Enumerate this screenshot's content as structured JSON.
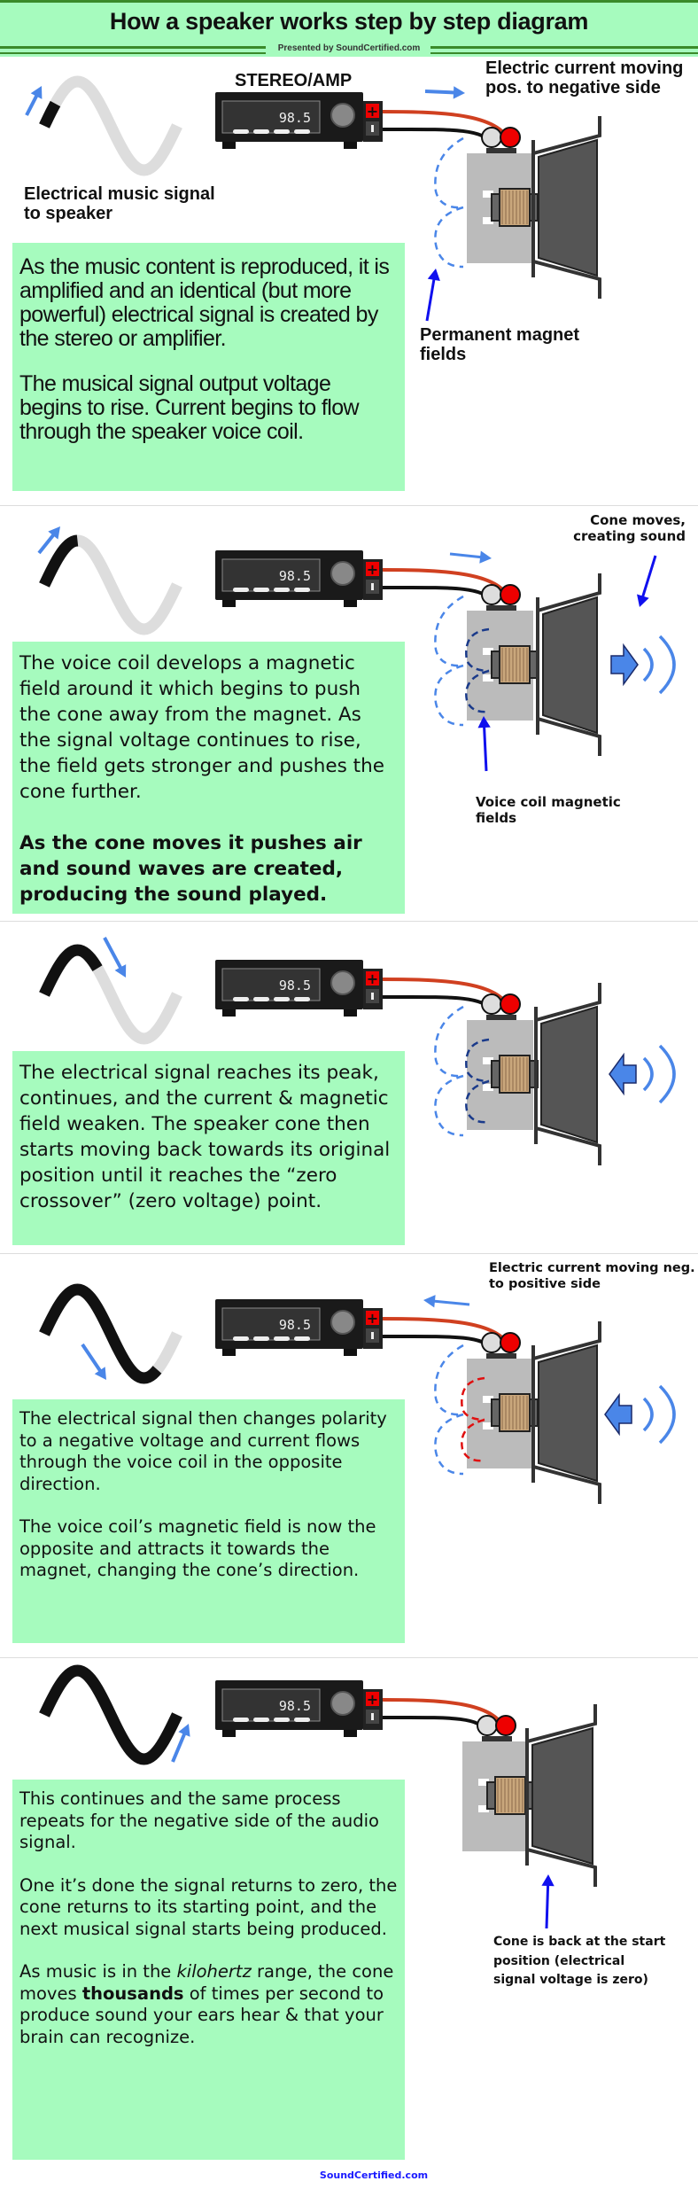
{
  "header": {
    "title": "How a speaker works step by step diagram",
    "subtitle": "Presented by SoundCertified.com"
  },
  "colors": {
    "header_bg": "#a6fbbe",
    "text_box_bg": "#a6fbbe",
    "arrow_blue": "#4a86e8",
    "pointer_blue": "#1010ee",
    "field_red": "#e01010",
    "wire_red": "#d04020"
  },
  "amp": {
    "label": "STEREO/AMP",
    "display": "98.5"
  },
  "panels": [
    {
      "labels": {
        "signal": "Electrical music signal to speaker",
        "current": "Electric current moving pos. to negative side",
        "magnet": "Permanent magnet fields"
      },
      "paragraphs": [
        "As the music content is reproduced, it is amplified and an identical (but more powerful) electrical signal is created by the stereo or amplifier.",
        "The musical signal output voltage begins to rise. Current begins to flow through the speaker voice coil."
      ]
    },
    {
      "labels": {
        "cone": "Cone moves, creating sound",
        "coil": "Voice coil magnetic fields"
      },
      "paragraphs": [
        "The voice coil develops a magnetic field around it which begins to push the cone away from the magnet. As the signal voltage continues to rise, the field gets stronger and pushes the cone further.",
        "As the cone moves it pushes air and sound waves are created, producing the sound played."
      ]
    },
    {
      "paragraphs": [
        "The electrical signal reaches its peak, continues, and the current & magnetic field weaken. The speaker cone then starts moving back towards its original position until it reaches the “zero crossover” (zero voltage) point."
      ]
    },
    {
      "labels": {
        "current": "Electric current moving neg. to positive side"
      },
      "paragraphs": [
        "The electrical signal then changes polarity to a negative voltage and current flows through the voice coil in the opposite direction.",
        "The voice coil’s magnetic field is now the opposite and attracts it towards the magnet, changing the cone’s direction."
      ]
    },
    {
      "labels": {
        "cone": "Cone is back at the start position (electrical signal voltage is zero)"
      },
      "paragraphs": [
        "This continues and the same process repeats for the negative side of the audio signal.",
        "One it’s done the signal returns to zero, the cone returns to its starting point, and the next musical signal starts being produced."
      ],
      "final_paragraph": {
        "a": "As music is in the ",
        "italic": "kilohertz",
        "b": " range, the cone moves ",
        "bold": "thousands",
        "c": " of times per second to produce sound your ears hear & that your brain can recognize."
      }
    }
  ],
  "footer": "SoundCertified.com"
}
